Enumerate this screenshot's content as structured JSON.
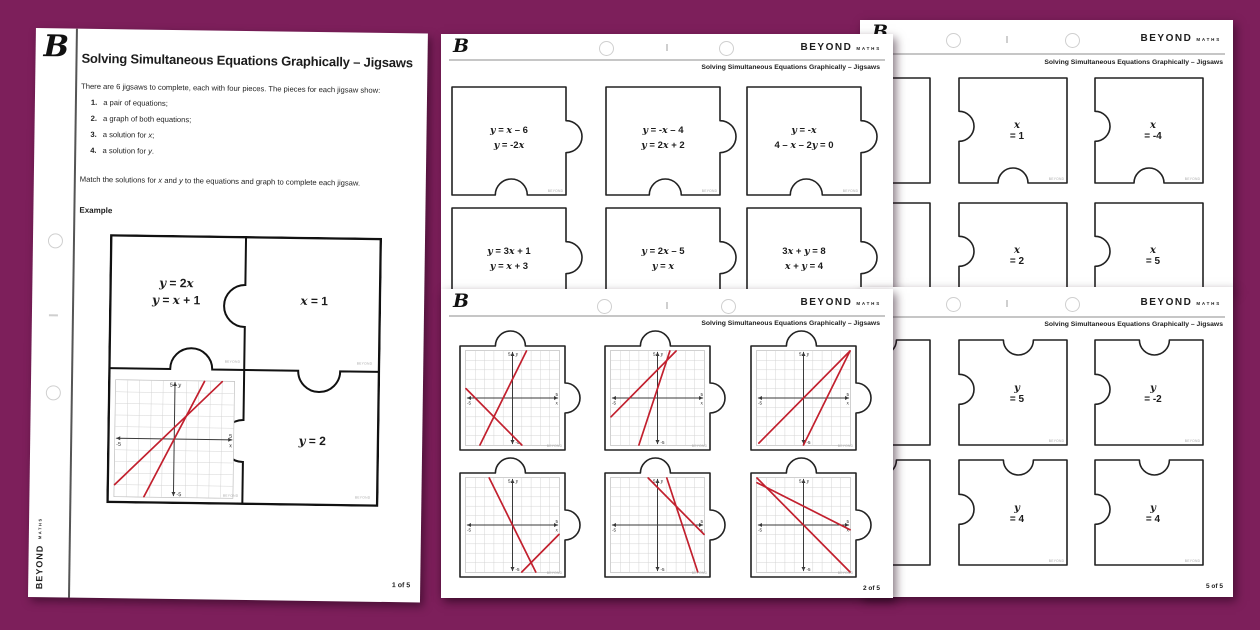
{
  "colors": {
    "background": "#7d1f5b",
    "line_red": "#c2202e",
    "ink": "#1c1c1c",
    "grid_grey": "#d4d4d4",
    "rule_grey": "#c6c6c6"
  },
  "brand": {
    "logo_glyph": "B",
    "name": "BEYOND",
    "tagline": "MATHS"
  },
  "watermark": "BEYOND",
  "page1": {
    "title": "Solving Simultaneous Equations Graphically – Jigsaws",
    "intro": "There are 6 jigsaws to complete, each with four pieces. The pieces for each jigsaw show:",
    "list_items": [
      {
        "num": "1.",
        "text": "a pair of equations;"
      },
      {
        "num": "2.",
        "text": "a graph of both equations;"
      },
      {
        "num": "3.",
        "text": "a solution for x;"
      },
      {
        "num": "4.",
        "text": "a solution for y."
      }
    ],
    "match_text": "Match the solutions for x and y to the equations and graph to complete each jigsaw.",
    "example_label": "Example",
    "example_jigsaw": {
      "equation1": "y = 2x",
      "equation2": "y = x + 1",
      "x_solution": "x = 1",
      "y_solution": "y = 2"
    },
    "page_number": "1 of 5"
  },
  "page2": {
    "subtitle": "Solving Simultaneous Equations Graphically – Jigsaws",
    "pieces": [
      {
        "line1": "y = x – 6",
        "line2": "y = -2x"
      },
      {
        "line1": "y = -x – 4",
        "line2": "y = 2x + 2"
      },
      {
        "line1": "y = -x",
        "line2": "4 – x – 2y = 0"
      },
      {
        "line1": "y = 3x + 1",
        "line2": "y = x + 3"
      },
      {
        "line1": "y = 2x – 5",
        "line2": "y = x"
      },
      {
        "line1": "3x + y = 8",
        "line2": "x + y = 4"
      }
    ]
  },
  "page3": {
    "subtitle": "Solving Simultaneous Equations Graphically – Jigsaws",
    "page_number": "2 of 5"
  },
  "page4": {
    "subtitle": "Solving Simultaneous Equations Graphically – Jigsaws",
    "pieces": [
      "x = 1",
      "x = -4",
      "x = 2",
      "x = 5"
    ]
  },
  "page5": {
    "subtitle": "Solving Simultaneous Equations Graphically – Jigsaws",
    "pieces": [
      "y = 5",
      "y = -2",
      "y = 4",
      "y = 4"
    ],
    "page_number": "5 of 5"
  },
  "graph_axis": {
    "xlabel": "x",
    "ylabel": "y",
    "xmin": "-5",
    "xmax": "5",
    "ymin": "-5",
    "ymax": "5"
  },
  "chart_data": {
    "type": "line",
    "description": "Mini coordinate grids, x and y from -5 to 5, each showing two straight red lines",
    "xlim": [
      -5,
      5
    ],
    "ylim": [
      -5,
      5
    ],
    "example_graph": {
      "lines": [
        {
          "from": [
            -2.5,
            -5
          ],
          "to": [
            2.5,
            5
          ]
        },
        {
          "from": [
            -5,
            -4
          ],
          "to": [
            4,
            5
          ]
        }
      ]
    },
    "page3_graphs": [
      {
        "lines": [
          {
            "from": [
              -5,
              1
            ],
            "to": [
              1,
              -5
            ]
          },
          {
            "from": [
              -3.5,
              -5
            ],
            "to": [
              1.5,
              5
            ]
          }
        ]
      },
      {
        "lines": [
          {
            "from": [
              -2,
              -5
            ],
            "to": [
              1.33,
              5
            ]
          },
          {
            "from": [
              -5,
              -2
            ],
            "to": [
              2,
              5
            ]
          }
        ]
      },
      {
        "lines": [
          {
            "from": [
              0,
              -5
            ],
            "to": [
              5,
              5
            ]
          },
          {
            "from": [
              -4.8,
              -4.8
            ],
            "to": [
              5,
              5
            ]
          }
        ]
      },
      {
        "lines": [
          {
            "from": [
              1,
              -5
            ],
            "to": [
              5,
              -1
            ]
          },
          {
            "from": [
              -2.5,
              5
            ],
            "to": [
              2.5,
              -5
            ]
          }
        ]
      },
      {
        "lines": [
          {
            "from": [
              1,
              5
            ],
            "to": [
              4.33,
              -5
            ]
          },
          {
            "from": [
              -1,
              5
            ],
            "to": [
              5,
              -1
            ]
          }
        ]
      },
      {
        "lines": [
          {
            "from": [
              -5,
              5
            ],
            "to": [
              5,
              -5
            ]
          },
          {
            "from": [
              -5,
              4.5
            ],
            "to": [
              5,
              -0.5
            ]
          }
        ]
      }
    ]
  }
}
